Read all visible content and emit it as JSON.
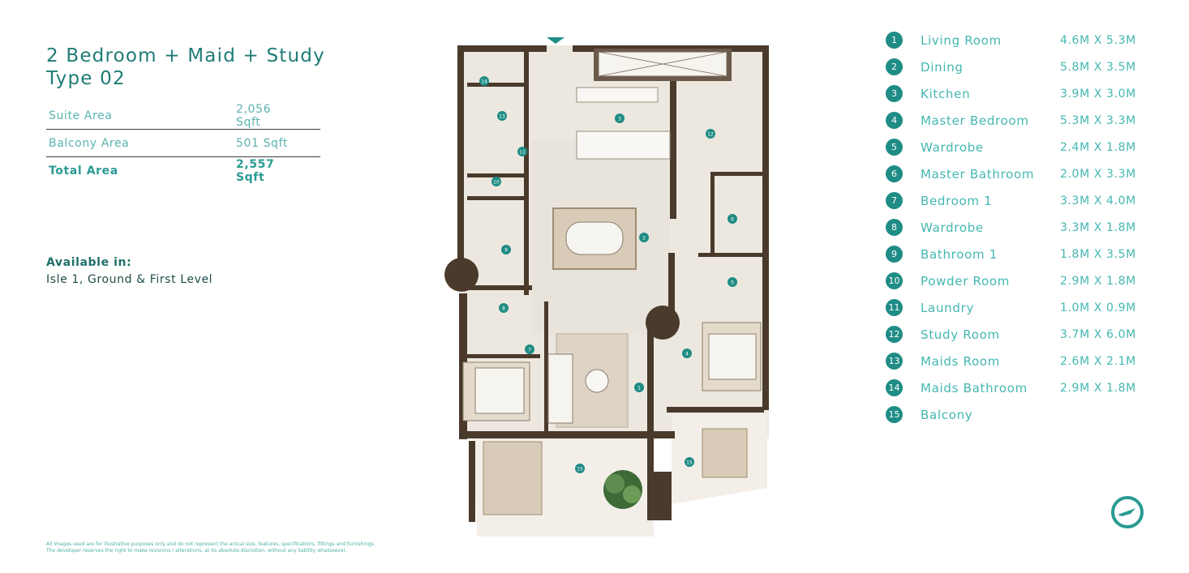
{
  "title": {
    "line1": "2 Bedroom + Maid + Study",
    "line2": "Type 02"
  },
  "areas": [
    {
      "label": "Suite Area",
      "value": "2,056 Sqft"
    },
    {
      "label": "Balcony Area",
      "value": "501 Sqft"
    },
    {
      "label": "Total Area",
      "value": "2,557 Sqft"
    }
  ],
  "availability": {
    "label": "Available in:",
    "text": "Isle 1, Ground & First Level"
  },
  "disclaimer": {
    "line1": "All images used are for illustrative purposes only and do not represent the actual size, features, specifications, fittings and furnishings.",
    "line2": "The developer reserves the right to make revisions / alterations, at its absolute discretion, without any liability whatsoever."
  },
  "rooms": [
    {
      "num": "1",
      "name": "Living Room",
      "dim": "4.6M X 5.3M"
    },
    {
      "num": "2",
      "name": "Dining",
      "dim": "5.8M X 3.5M"
    },
    {
      "num": "3",
      "name": "Kitchen",
      "dim": "3.9M X 3.0M"
    },
    {
      "num": "4",
      "name": "Master Bedroom",
      "dim": "5.3M X 3.3M"
    },
    {
      "num": "5",
      "name": "Wardrobe",
      "dim": "2.4M X 1.8M"
    },
    {
      "num": "6",
      "name": "Master Bathroom",
      "dim": "2.0M X 3.3M"
    },
    {
      "num": "7",
      "name": "Bedroom 1",
      "dim": "3.3M X 4.0M"
    },
    {
      "num": "8",
      "name": "Wardrobe",
      "dim": "3.3M X 1.8M"
    },
    {
      "num": "9",
      "name": "Bathroom 1",
      "dim": "1.8M X 3.5M"
    },
    {
      "num": "10",
      "name": "Powder Room",
      "dim": "2.9M X 1.8M"
    },
    {
      "num": "11",
      "name": "Laundry",
      "dim": "1.0M X 0.9M"
    },
    {
      "num": "12",
      "name": "Study Room",
      "dim": "3.7M X 6.0M"
    },
    {
      "num": "13",
      "name": "Maids Room",
      "dim": "2.6M X 2.1M"
    },
    {
      "num": "14",
      "name": "Maids Bathroom",
      "dim": "2.9M X 1.8M"
    },
    {
      "num": "15",
      "name": "Balcony",
      "dim": ""
    }
  ],
  "colors": {
    "accent": "#1f8c85",
    "wall": "#4a3a2c",
    "floor": "#ece8df"
  },
  "icons": [
    "logo-icon",
    "tree-icon"
  ]
}
